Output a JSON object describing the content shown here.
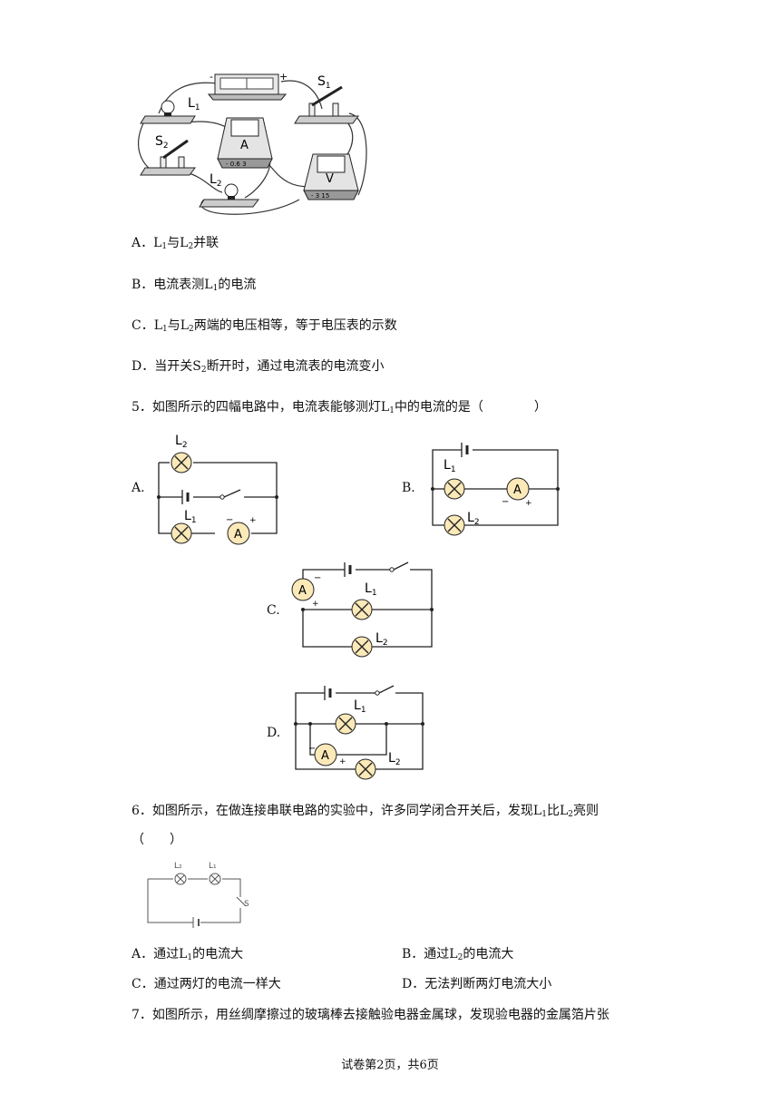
{
  "figure_top": {
    "labels": {
      "minus": "-",
      "plus": "+",
      "s1": "S",
      "s1_sub": "1",
      "l1": "L",
      "l1_sub": "1",
      "s2": "S",
      "s2_sub": "2",
      "l2": "L",
      "l2_sub": "2",
      "ammeter": "A",
      "ammeter_terminals": "- 0.6 3",
      "voltmeter": "V",
      "voltmeter_terminals": "- 3 15"
    }
  },
  "q4_options": {
    "a": {
      "letter": "A．",
      "p1": "L",
      "s1": "1",
      "p2": "与",
      "p3": "L",
      "s2": "2",
      "p4": "并联"
    },
    "b": {
      "letter": "B．",
      "p1": "电流表测",
      "p2": "L",
      "s1": "1",
      "p3": "的电流"
    },
    "c": {
      "letter": "C．",
      "p1": "L",
      "s1": "1",
      "p2": "与",
      "p3": "L",
      "s2": "2",
      "p4": "两端的电压相等，等于电压表的示数"
    },
    "d": {
      "letter": "D．",
      "p1": "当开关",
      "p2": "S",
      "s1": "2",
      "p3": "断开时，通过电流表的电流变小"
    }
  },
  "q5": {
    "stem_before": "5．如图所示的四幅电路中，电流表能够测灯",
    "stem_l": "L",
    "stem_sub": "1",
    "stem_after": "中的电流的是（　　　　）",
    "options": {
      "a": "A.",
      "b": "B.",
      "c": "C.",
      "d": "D."
    },
    "labels": {
      "l": "L",
      "sub1": "1",
      "sub2": "2",
      "ammeter": "A",
      "minus": "−",
      "plus": "+"
    }
  },
  "q6": {
    "stem_line1": "6．如图所示，在做连接串联电路的实验中，许多同学闭合开关后，发现",
    "stem_l1": "L",
    "stem_s1": "1",
    "stem_mid": "比",
    "stem_l2": "L",
    "stem_s2": "2",
    "stem_end": "亮则",
    "stem_line2": "（　　）",
    "fig_labels": {
      "l2": "L₂",
      "l1": "L₁",
      "s": "S"
    },
    "options": {
      "a": {
        "letter": "A．",
        "before": "通过",
        "l": "L",
        "sub": "1",
        "after": "的电流大"
      },
      "b": {
        "letter": "B．",
        "before": "通过",
        "l": "L",
        "sub": "2",
        "after": "的电流大"
      },
      "c": {
        "text": "C．通过两灯的电流一样大"
      },
      "d": {
        "text": "D．无法判断两灯电流大小"
      }
    }
  },
  "q7": {
    "stem": "7．如图所示，用丝绸摩擦过的玻璃棒去接触验电器金属球，发现验电器的金属箔片张"
  },
  "footer": {
    "text": "试卷第2页，共6页"
  }
}
